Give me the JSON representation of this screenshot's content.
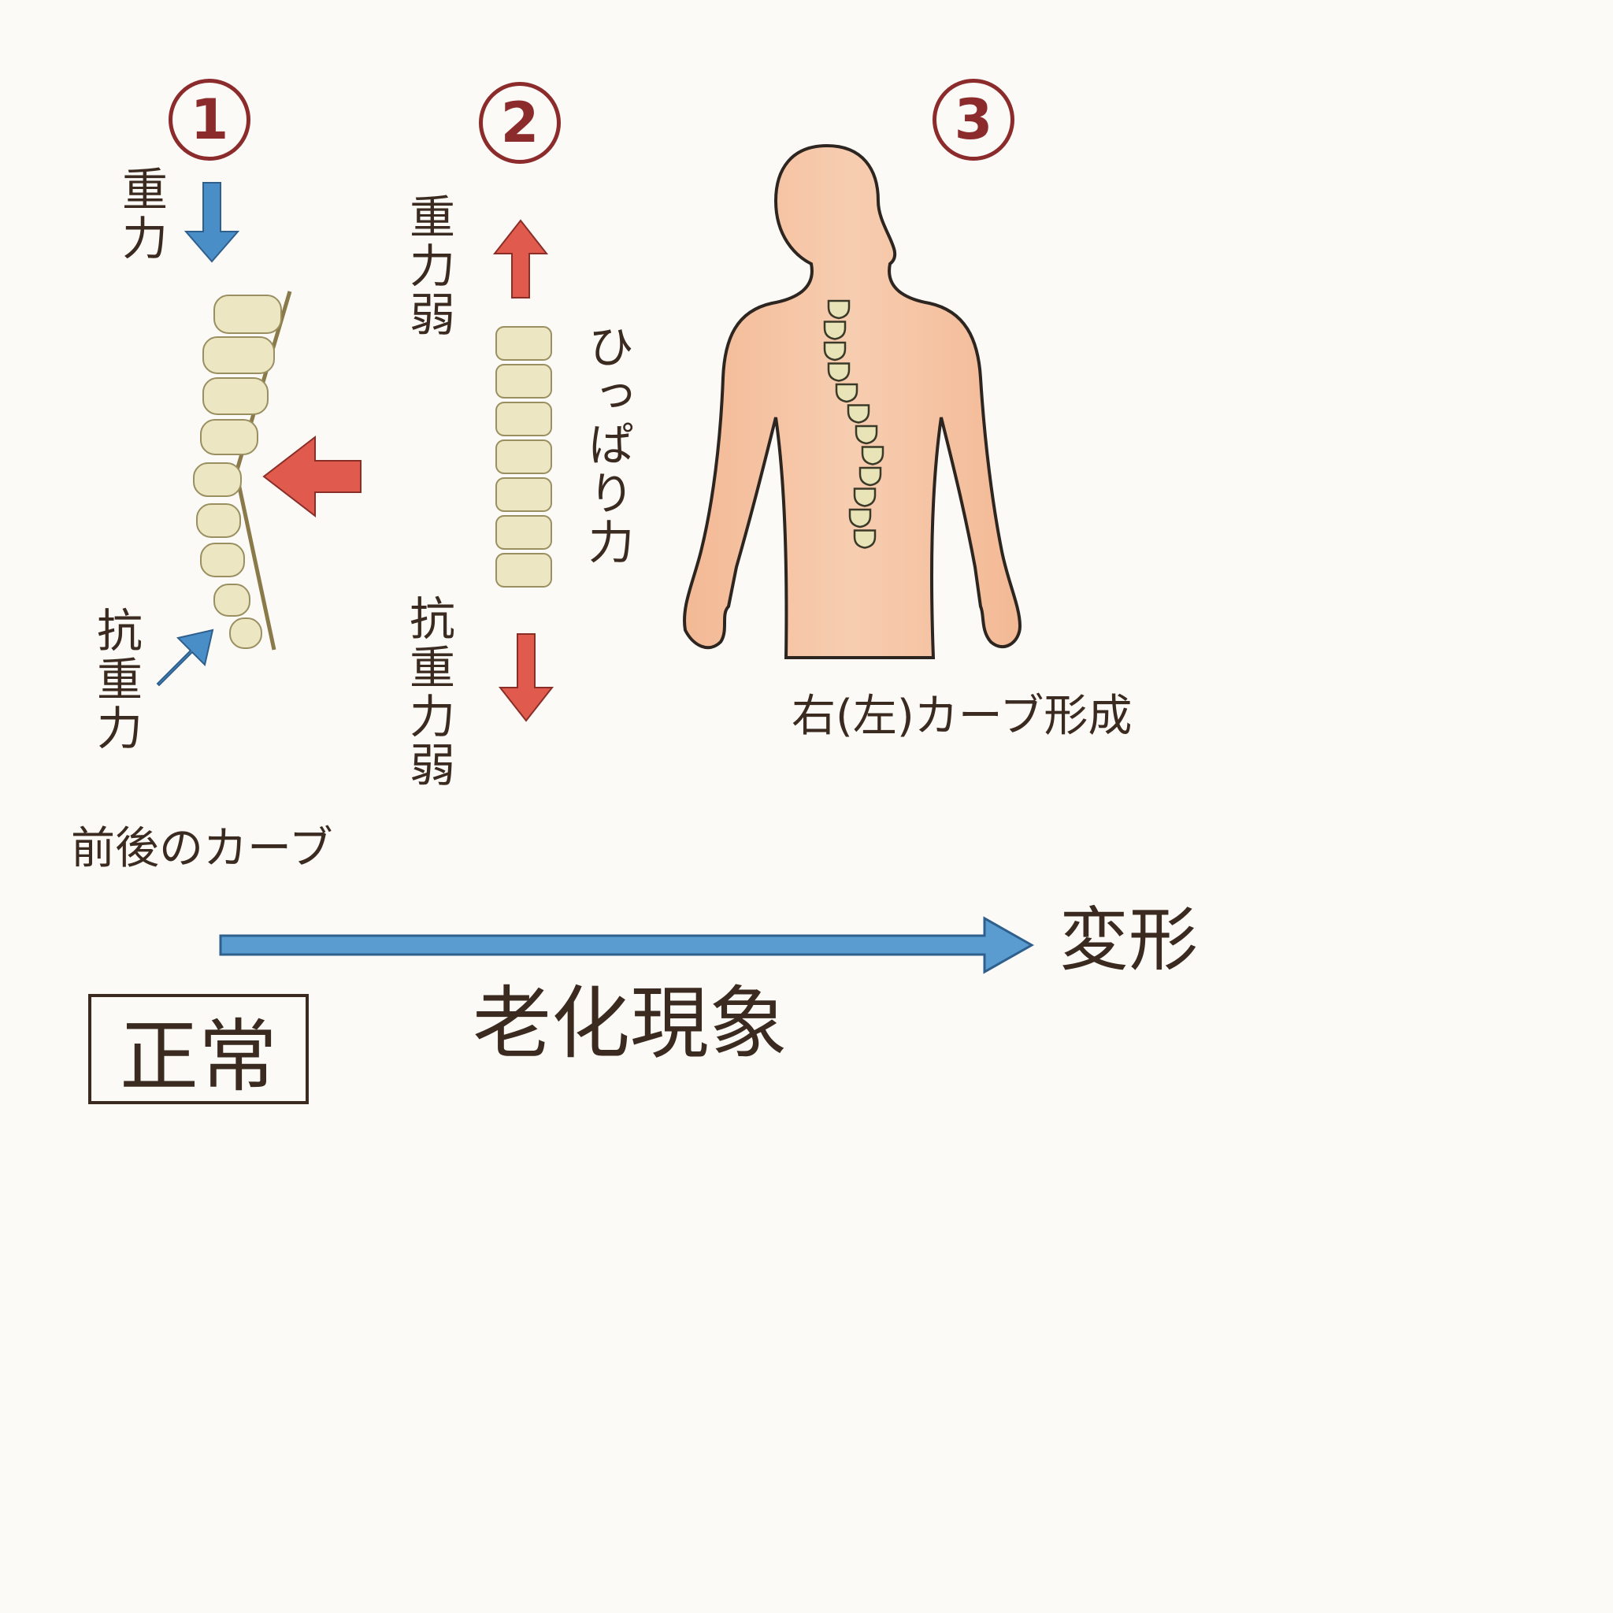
{
  "panels": [
    {
      "number": "1",
      "top_label": "重力",
      "bottom_label": "抗重力",
      "caption": "前後のカーブ"
    },
    {
      "number": "2",
      "top_label": "重力弱",
      "side_label": "ひっぱり力",
      "bottom_label": "抗重力弱"
    },
    {
      "number": "3",
      "caption": "右(左)カーブ形成"
    }
  ],
  "timeline": {
    "start_label": "正常",
    "middle_label": "老化現象",
    "end_label": "変形"
  },
  "colors": {
    "text": "#3b2a1f",
    "number": "#8c2b2b",
    "blue_arrow": "#4a8ec8",
    "red_arrow": "#e05a4e",
    "skin": "#f5c4a1",
    "bone": "#ece6c2",
    "background": "#fbfaf6"
  }
}
